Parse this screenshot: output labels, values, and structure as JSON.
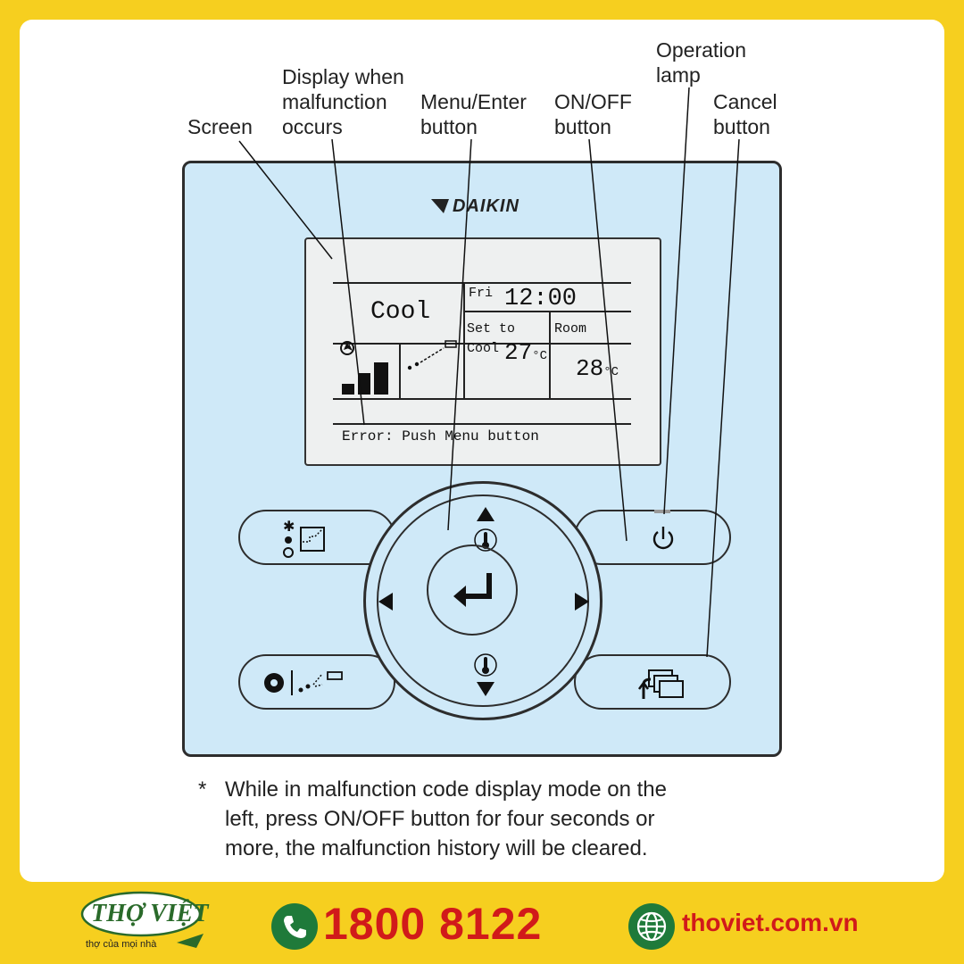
{
  "labels": {
    "screen": "Screen",
    "display_malfunction": "Display when\nmalfunction\noccurs",
    "menu_enter": "Menu/Enter\nbutton",
    "on_off": "ON/OFF\nbutton",
    "operation_lamp": "Operation\nlamp",
    "cancel": "Cancel\nbutton"
  },
  "remote": {
    "brand": "DAIKIN",
    "screen": {
      "mode": "Cool",
      "day": "Fri",
      "time": "12:00",
      "set_label_1": "Set to",
      "set_label_2": "Cool",
      "set_temp": "27",
      "room_label": "Room",
      "room_temp": "28",
      "unit": "°C",
      "error_text": "Error: Push Menu button"
    }
  },
  "footnote": {
    "star": "*",
    "text": "While in malfunction code display mode on the\nleft, press ON/OFF button for four seconds or\nmore, the malfunction history will be cleared."
  },
  "footer": {
    "brand_name": "THỢ VIỆT",
    "brand_tagline": "thợ của mọi nhà",
    "phone": "1800 8122",
    "website": "thoviet.com.vn"
  },
  "colors": {
    "background": "#f6cf1f",
    "remote_body": "#cfe9f8",
    "accent_green": "#1f7a3a",
    "accent_red": "#d11a1a"
  }
}
